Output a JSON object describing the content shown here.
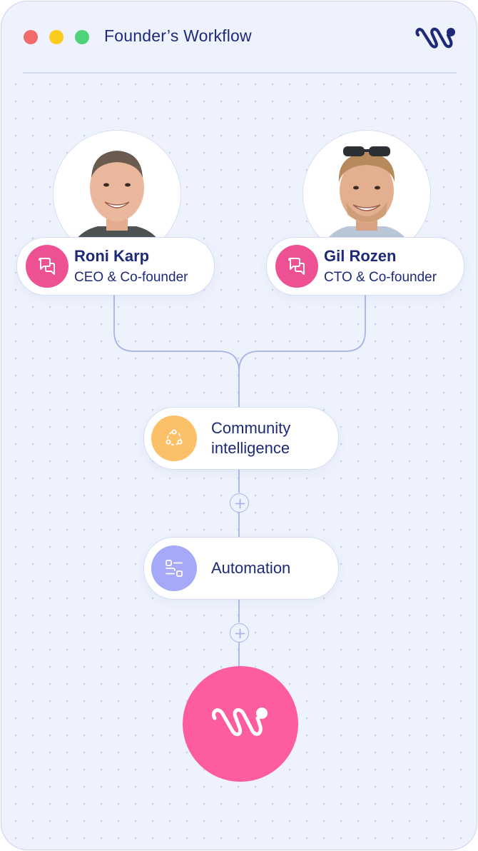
{
  "window": {
    "title": "Founder’s Workflow",
    "logo_icon": "brand-logo-icon"
  },
  "founders": [
    {
      "name": "Roni Karp",
      "role": "CEO & Co-founder",
      "icon": "chat-bubbles-icon"
    },
    {
      "name": "Gil Rozen",
      "role": "CTO & Co-founder",
      "icon": "chat-bubbles-icon"
    }
  ],
  "steps": [
    {
      "label_line1": "Community",
      "label_line2": "intelligence",
      "icon": "community-nodes-icon",
      "icon_color": "#fcc068"
    },
    {
      "label": "Automation",
      "icon": "automation-flow-icon",
      "icon_color": "#a6a8f8"
    }
  ],
  "colors": {
    "accent_pink": "#fd5c9f",
    "role_pink": "#ee5094",
    "text_navy": "#1e2a78",
    "connector": "#a6b4e6",
    "background": "#eef2fd"
  }
}
